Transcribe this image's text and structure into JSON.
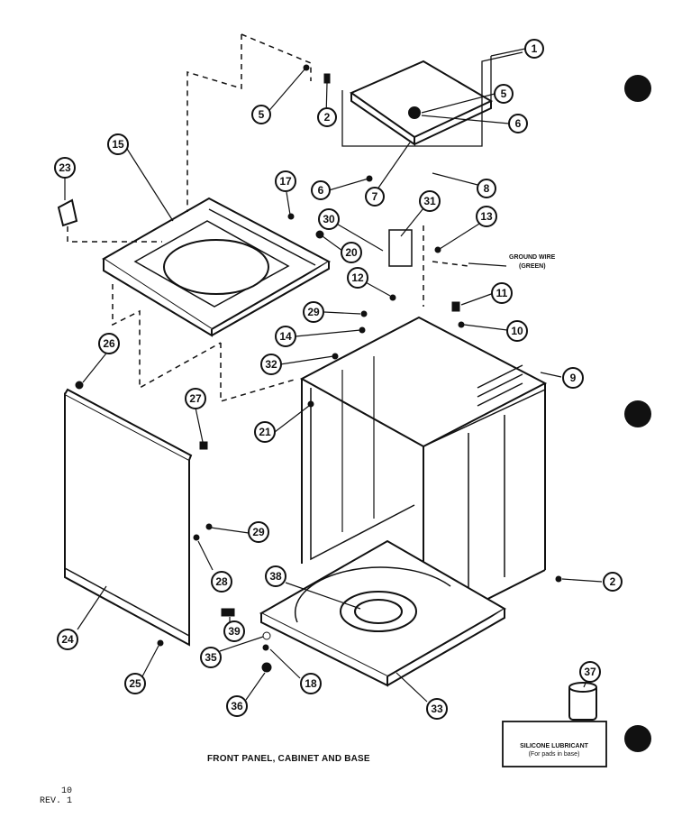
{
  "diagram": {
    "title": "FRONT PANEL, CABINET AND BASE",
    "ground_wire_label": [
      "GROUND WIRE",
      "(GREEN)"
    ],
    "lubricant_label": [
      "SILICONE LUBRICANT",
      "(For pads in base)"
    ],
    "page_number": "10",
    "revision": "REV. 1",
    "callouts": [
      "1",
      "2",
      "5",
      "6",
      "5",
      "7",
      "8",
      "6",
      "2",
      "15",
      "17",
      "23",
      "30",
      "31",
      "13",
      "20",
      "12",
      "11",
      "29",
      "10",
      "14",
      "26",
      "32",
      "9",
      "27",
      "21",
      "29",
      "28",
      "38",
      "2",
      "39",
      "24",
      "35",
      "18",
      "25",
      "36",
      "33",
      "37"
    ]
  }
}
